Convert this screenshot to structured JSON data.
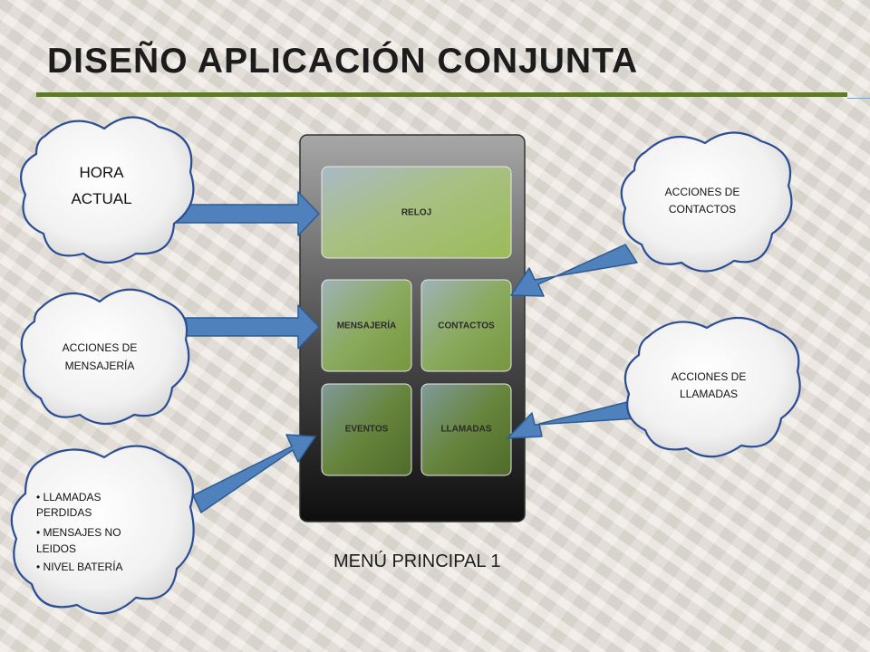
{
  "slide": {
    "title": "DISEÑO APLICACIÓN CONJUNTA",
    "caption": "MENÚ PRINCIPAL 1"
  },
  "phone": {
    "tiles": {
      "reloj": "RELOJ",
      "mensajeria": "MENSAJERÍA",
      "contactos": "CONTACTOS",
      "eventos": "EVENTOS",
      "llamadas": "LLAMADAS"
    }
  },
  "clouds": {
    "hora_actual": {
      "line1": "HORA",
      "line2": "ACTUAL"
    },
    "acciones_mensajeria": {
      "line1": "ACCIONES DE",
      "line2": "MENSAJERÍA"
    },
    "acciones_contactos": {
      "line1": "ACCIONES DE",
      "line2": "CONTACTOS"
    },
    "acciones_llamadas": {
      "line1": "ACCIONES DE",
      "line2": "LLAMADAS"
    },
    "status": {
      "lines": [
        "• LLAMADAS",
        "PERDIDAS",
        "• MENSAJES     NO",
        "LEIDOS",
        "• NIVEL BATERÍA"
      ]
    }
  },
  "colors": {
    "rule": "#5e7a2a",
    "arrow_fill": "#4f81bd",
    "arrow_stroke": "#2f5b93",
    "cloud_stroke": "#2b4d96",
    "tile_green": "#9bbb59"
  }
}
